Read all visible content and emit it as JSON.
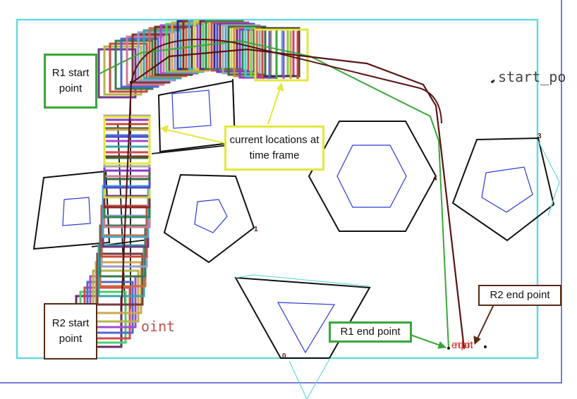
{
  "labels": {
    "r1_start": "R1 start point",
    "r2_start": "R2 start point",
    "current_locations": "current locations at time frame",
    "r1_end": "R1 end point",
    "r2_end": "R2 end point",
    "start_text": ".start_po",
    "start_text2": "oint",
    "end_text": "e  n  d  p  o  i  n  t"
  },
  "corner_labels": {
    "c0": "0",
    "c1": "1",
    "c3": "3",
    "c4": "4"
  },
  "colors": {
    "workspace_border": "#66d9e0",
    "outer_frame": "#4a52c7",
    "obstacle_outer": "#111111",
    "obstacle_inner": "#2a3bd6",
    "r1_path": "#3aa63a",
    "r2_path": "#5a1414",
    "callout_yellow": "#e6e63c",
    "callout_green": "#3aa63a",
    "callout_brown": "#5a2a14",
    "end_text": "#d43a3a"
  }
}
